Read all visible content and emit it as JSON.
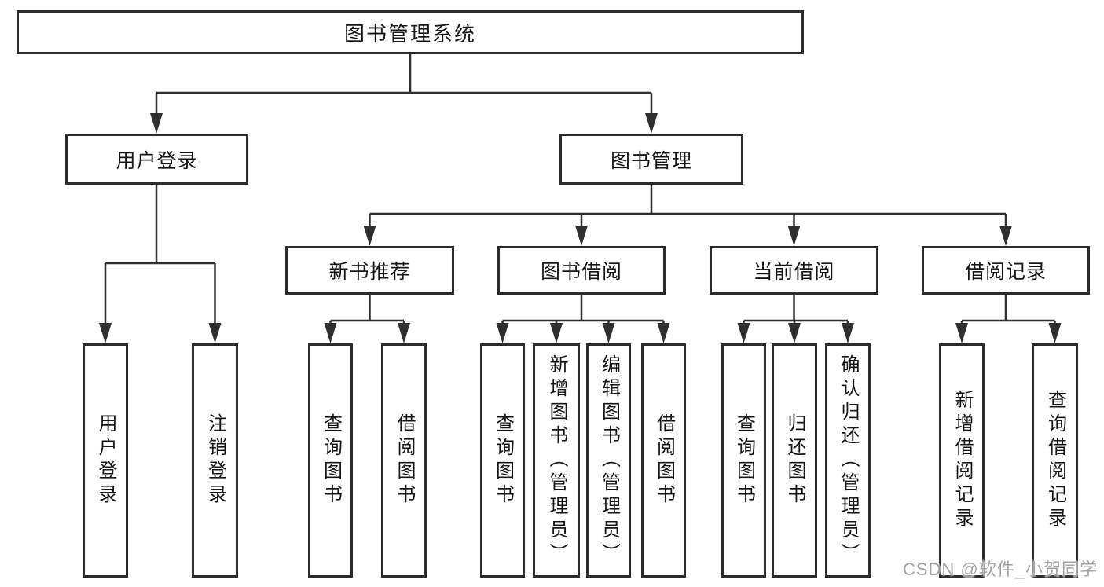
{
  "tree": {
    "root": {
      "label": "图书管理系统",
      "children": [
        {
          "label": "用户登录",
          "children": [
            {
              "label": "用户登录"
            },
            {
              "label": "注销登录"
            }
          ]
        },
        {
          "label": "图书管理",
          "children": [
            {
              "label": "新书推荐",
              "children": [
                {
                  "label": "查询图书"
                },
                {
                  "label": "借阅图书"
                }
              ]
            },
            {
              "label": "图书借阅",
              "children": [
                {
                  "label": "查询图书"
                },
                {
                  "label": "新增图书（管理员）"
                },
                {
                  "label": "编辑图书（管理员）"
                },
                {
                  "label": "借阅图书"
                }
              ]
            },
            {
              "label": "当前借阅",
              "children": [
                {
                  "label": "查询图书"
                },
                {
                  "label": "归还图书"
                },
                {
                  "label": "确认归还（管理员）"
                }
              ]
            },
            {
              "label": "借阅记录",
              "children": [
                {
                  "label": "新增借阅记录"
                },
                {
                  "label": "查询借阅记录"
                }
              ]
            }
          ]
        }
      ]
    }
  },
  "colors": {
    "line": "#2f2f2f",
    "border": "#2b2b2b",
    "text": "#161616",
    "watermark": "#a3a3a3"
  },
  "watermark": "CSDN @软件_小贺同学"
}
